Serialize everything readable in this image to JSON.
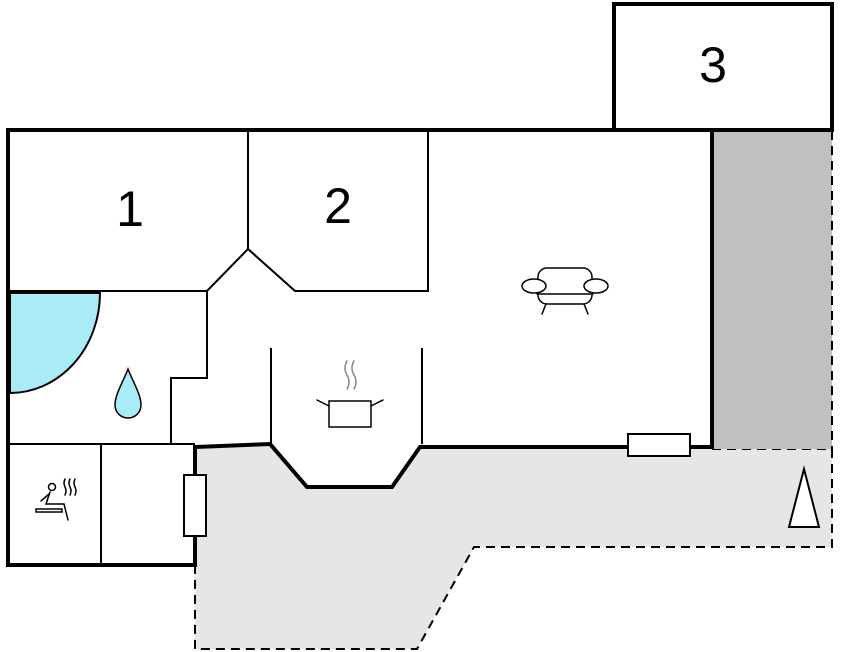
{
  "floorplan": {
    "rooms": [
      {
        "label": "1"
      },
      {
        "label": "2"
      },
      {
        "label": "3"
      }
    ],
    "icons": {
      "sofa": "sofa-icon",
      "cooking_pot": "cooking-pot-icon",
      "water_drop": "water-drop-icon",
      "sauna": "sauna-icon",
      "north_arrow": "north-arrow-icon",
      "shower": "shower-icon"
    },
    "colors": {
      "wall": "#000000",
      "terrace_fill": "#e6e6e6",
      "carport_fill": "#c0c0c0",
      "water_fill": "#a9ecf5",
      "background": "#ffffff"
    }
  }
}
